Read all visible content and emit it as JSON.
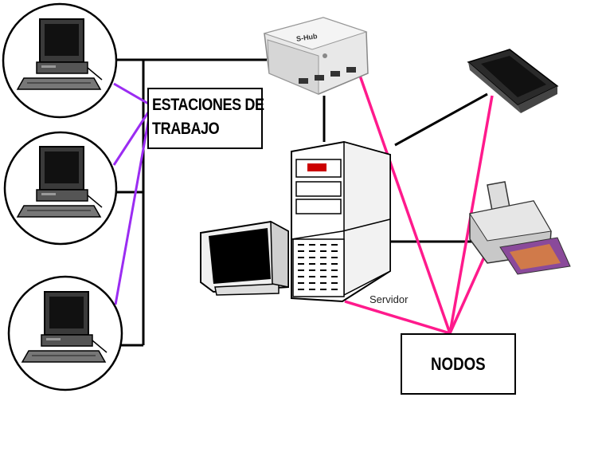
{
  "labels": {
    "workstations": [
      "ESTACIONES DE",
      "TRABAJO"
    ],
    "nodes": "NODOS",
    "server": "Servidor",
    "hub": "S-Hub"
  },
  "colors": {
    "background": "#ffffff",
    "wire_black": "#000000",
    "wire_purple": "#9b2cf2",
    "wire_pink": "#ff1a8c"
  },
  "icons": [
    "computer-icon",
    "hub-icon",
    "scanner-icon",
    "printer-icon",
    "server-icon",
    "monitor-icon"
  ]
}
